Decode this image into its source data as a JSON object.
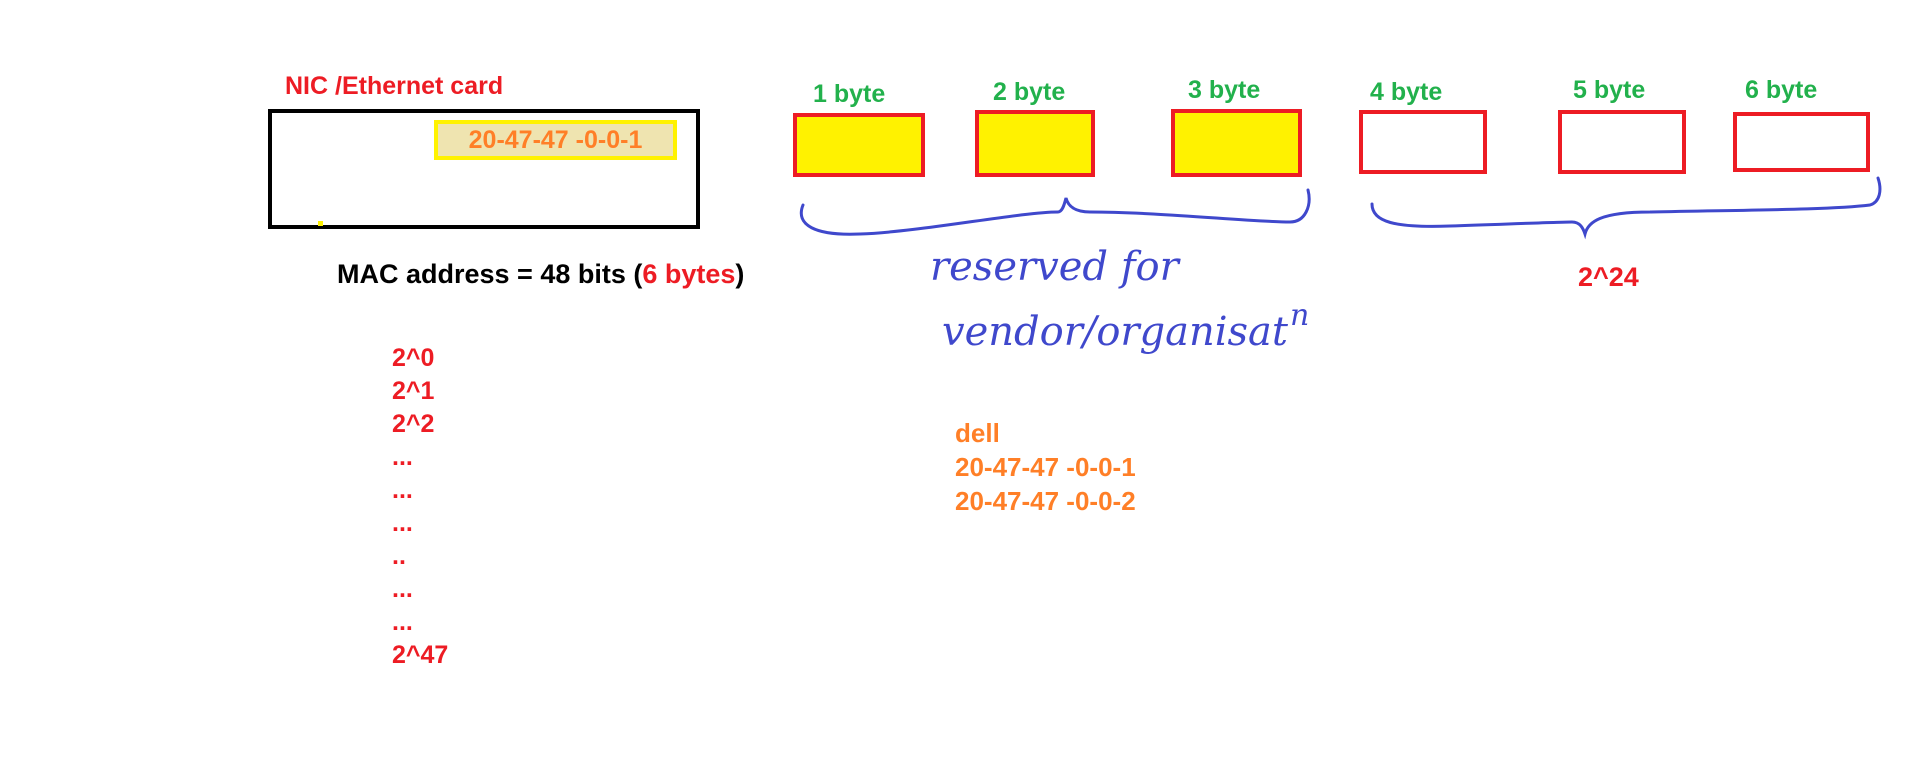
{
  "nic": {
    "title": "NIC /Ethernet card",
    "mac_value": "20-47-47 -0-0-1"
  },
  "mac_formula": {
    "prefix": "MAC address =  48 bits (",
    "highlight": "6 bytes",
    "suffix": ")"
  },
  "powers": [
    "2^0",
    "2^1",
    "2^2",
    "...",
    "...",
    "...",
    "..",
    "...",
    "...",
    "2^47"
  ],
  "bytes": [
    {
      "label": "1 byte",
      "filled": true
    },
    {
      "label": "2 byte",
      "filled": true
    },
    {
      "label": "3 byte",
      "filled": true
    },
    {
      "label": "4 byte",
      "filled": false
    },
    {
      "label": "5 byte",
      "filled": false
    },
    {
      "label": "6 byte",
      "filled": false
    }
  ],
  "brace_right_label": "2^24",
  "handwritten_note": {
    "line1": "reserved for",
    "line2": "vendor/organisat",
    "superscript": "n"
  },
  "vendor_example": {
    "name": "dell",
    "addresses": [
      "20-47-47 -0-0-1",
      "20-47-47 -0-0-2"
    ]
  },
  "colors": {
    "red": "#ed1c24",
    "green": "#22b14c",
    "orange": "#ff7f27",
    "yellow": "#fff200",
    "pen_blue": "#3f48cc"
  }
}
